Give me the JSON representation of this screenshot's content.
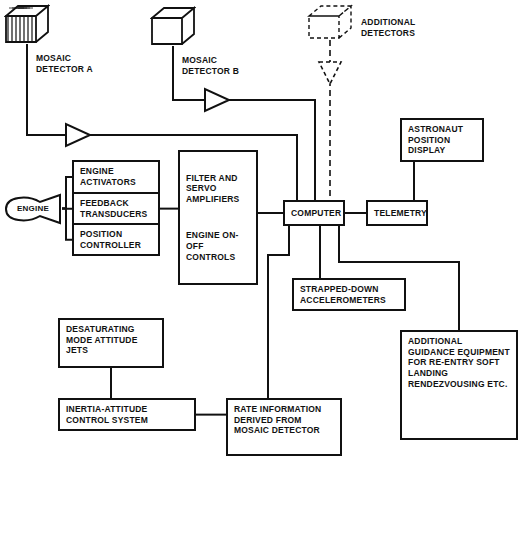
{
  "diagram": {
    "nodes": [
      {
        "text": [
          "MOSAIC DETECTOR A"
        ]
      },
      {
        "text": [
          "MOSAIC DETECTOR B"
        ]
      },
      {
        "text": [
          "ADDITIONAL DETECTORS"
        ]
      },
      {
        "text": [
          "ENGINE"
        ]
      },
      {
        "text": [
          "ENGINE ACTIVATORS"
        ]
      },
      {
        "text": [
          "FEEDBACK TRANSDUCERS"
        ]
      },
      {
        "text": [
          "POSITION CONTROLLER"
        ]
      },
      {
        "text": [
          "FILTER AND SERVO AMPLIFIERS",
          "ENGINE ON-OFF CONTROLS"
        ]
      },
      {
        "text": [
          "COMPUTER"
        ]
      },
      {
        "text": [
          "ASTRONAUT POSITION DISPLAY"
        ]
      },
      {
        "text": [
          "TELEMETRY"
        ]
      },
      {
        "text": [
          "DESATURATING MODE ATTITUDE JETS"
        ]
      },
      {
        "text": [
          "STRAPPED-DOWN ACCELEROMETERS"
        ]
      },
      {
        "text": [
          "INERTIA-ATTITUDE CONTROL SYSTEM"
        ]
      },
      {
        "text": [
          "RATE INFORMATION DERIVED FROM MOSAIC DETECTOR"
        ]
      },
      {
        "text": [
          "ADDITIONAL GUIDANCE EQUIPMENT FOR RE-ENTRY SOFT LANDING RENDEZVOUSING ETC."
        ]
      }
    ],
    "edges": [
      {
        "from": 0,
        "to": 8,
        "arrow": "none"
      },
      {
        "from": 1,
        "to": 8,
        "arrow": "none"
      },
      {
        "from": 2,
        "to": 8,
        "arrow": "none"
      },
      {
        "from": 3,
        "to": 4,
        "arrow": "none"
      },
      {
        "from": 3,
        "to": 5,
        "arrow": "none"
      },
      {
        "from": 3,
        "to": 6,
        "arrow": "none"
      },
      {
        "from": 5,
        "to": 7,
        "arrow": "none"
      },
      {
        "from": 7,
        "to": 8,
        "arrow": "none"
      },
      {
        "from": 8,
        "to": 10,
        "arrow": "none"
      },
      {
        "from": 10,
        "to": 9,
        "arrow": "none"
      },
      {
        "from": 8,
        "to": 12,
        "arrow": "none"
      },
      {
        "from": 8,
        "to": 14,
        "arrow": "none"
      },
      {
        "from": 8,
        "to": 15,
        "arrow": "none"
      },
      {
        "from": 11,
        "to": 13,
        "arrow": "none"
      },
      {
        "from": 13,
        "to": 14,
        "arrow": "none"
      }
    ]
  }
}
